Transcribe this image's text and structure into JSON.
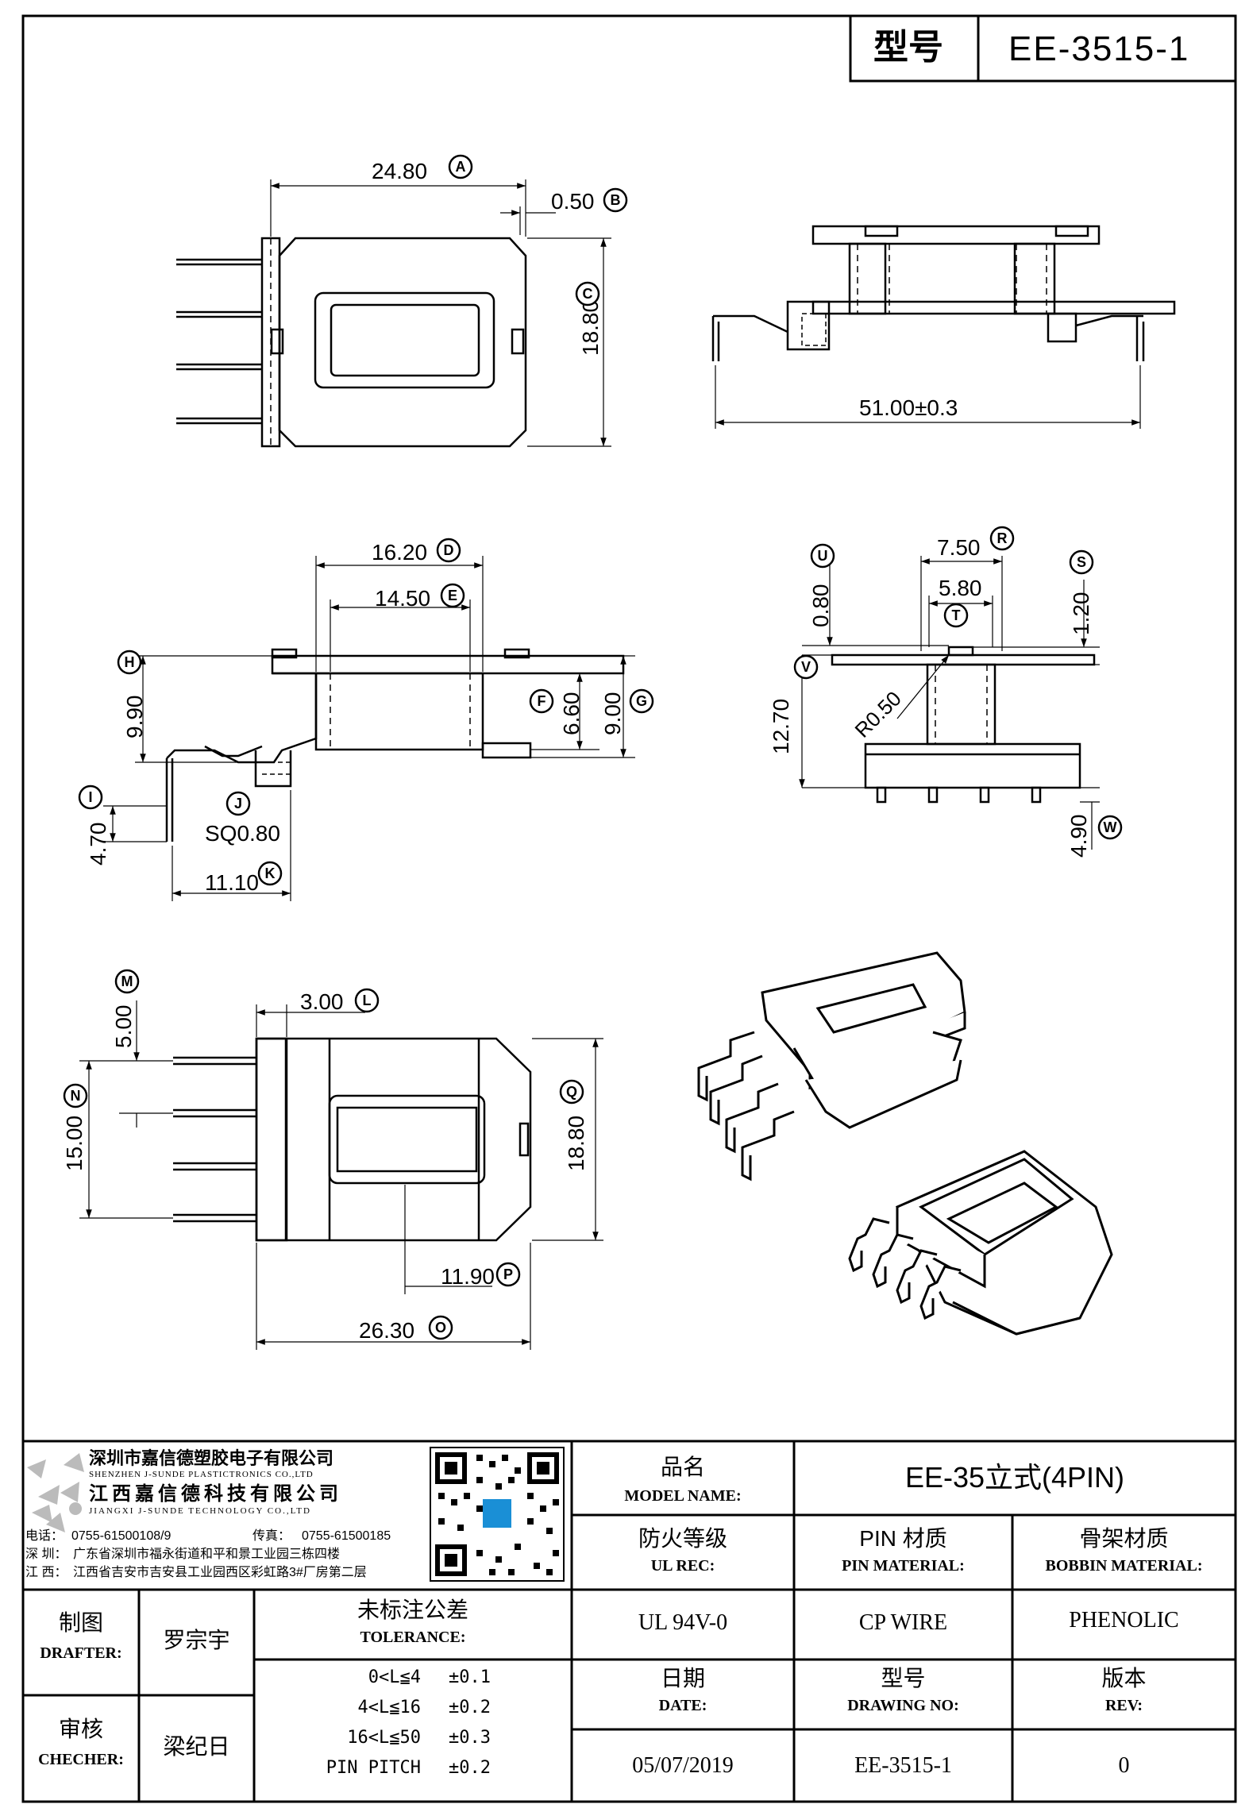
{
  "header": {
    "model_label": "型号",
    "model_value": "EE-3515-1"
  },
  "dimensions": {
    "A": "24.80",
    "B": "0.50",
    "C": "18.80",
    "overall_length": "51.00±0.3",
    "D": "16.20",
    "E": "14.50",
    "F": "6.60",
    "G": "9.00",
    "H": "9.90",
    "I": "4.70",
    "J": "SQ0.80",
    "K": "11.10",
    "R": "7.50",
    "T": "5.80",
    "U": "0.80",
    "S": "1.20",
    "V": "12.70",
    "radius": "R0.50",
    "W": "4.90",
    "L": "3.00",
    "M": "5.00",
    "N": "15.00",
    "Q": "18.80",
    "P": "11.90",
    "O": "26.30"
  },
  "balloons": [
    "A",
    "B",
    "C",
    "D",
    "E",
    "F",
    "G",
    "H",
    "I",
    "J",
    "K",
    "L",
    "M",
    "N",
    "O",
    "P",
    "Q",
    "R",
    "S",
    "T",
    "U",
    "V",
    "W"
  ],
  "company": {
    "name_sz": "深圳市嘉信德塑胶电子有限公司",
    "name_sz_en": "SHENZHEN J-SUNDE PLASTICTRONICS CO.,LTD",
    "name_jx": "江西嘉信德科技有限公司",
    "name_jx_en": "JIANGXI J-SUNDE TECHNOLOGY CO.,LTD",
    "phone_label": "电话：",
    "phone": "0755-61500108/9",
    "fax_label": "传真：",
    "fax": "0755-61500185",
    "addr_sz_label": "深 圳：",
    "addr_sz": "广东省深圳市福永街道和平和景工业园三栋四楼",
    "addr_jx_label": "江 西：",
    "addr_jx": "江西省吉安市吉安县工业园西区彩虹路3#厂房第二层"
  },
  "title_block": {
    "model_name_cn": "品名",
    "model_name_en": "MODEL NAME:",
    "model_name_value": "EE-35立式(4PIN)",
    "ul_cn": "防火等级",
    "ul_en": "UL REC:",
    "pin_mat_cn": "PIN 材质",
    "pin_mat_en": "PIN MATERIAL:",
    "bobbin_mat_cn": "骨架材质",
    "bobbin_mat_en": "BOBBIN MATERIAL:",
    "ul_value": "UL 94V-0",
    "pin_mat_value": "CP WIRE",
    "bobbin_mat_value": "PHENOLIC",
    "date_cn": "日期",
    "date_en": "DATE:",
    "drawing_no_cn": "型号",
    "drawing_no_en": "DRAWING NO:",
    "rev_cn": "版本",
    "rev_en": "REV:",
    "date_value": "05/07/2019",
    "drawing_no_value": "EE-3515-1",
    "rev_value": "0",
    "drafter_cn": "制图",
    "drafter_en": "DRAFTER:",
    "drafter_name": "罗宗宇",
    "checker_cn": "审核",
    "checker_en": "CHECHER:",
    "checker_name": "梁纪日",
    "tolerance_cn": "未标注公差",
    "tolerance_en": "TOLERANCE:",
    "tolerances": [
      {
        "range": "0<L≦4",
        "value": "±0.1"
      },
      {
        "range": "4<L≦16",
        "value": "±0.2"
      },
      {
        "range": "16<L≦50",
        "value": "±0.3"
      },
      {
        "range": "PIN PITCH",
        "value": "±0.2"
      }
    ]
  }
}
